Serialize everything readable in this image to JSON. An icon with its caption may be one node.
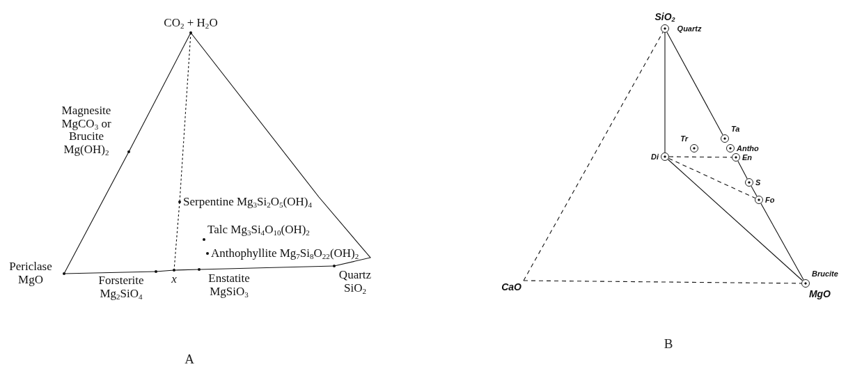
{
  "diagram": {
    "nodes": [
      {
        "text": [
          "CO$_{2}$ + H$_{2}$O"
        ]
      },
      {
        "text": [
          "Magnesite MgCO$_{3}$ or Brucite Mg(OH)$_{2}$"
        ]
      },
      {
        "text": [
          "Serpentine Mg$_{3}$Si$_{2}$O$_{5}$(OH)$_{4}$"
        ]
      },
      {
        "text": [
          "Talc Mg$_{3}$Si$_{4}$O$_{10}$(OH)$_{2}$"
        ]
      },
      {
        "text": [
          "Anthophyllite Mg$_{7}$Si$_{8}$O$_{22}$(OH)$_{2}$"
        ]
      },
      {
        "text": [
          "Periclase MgO"
        ]
      },
      {
        "text": [
          "Forsterite Mg$_{2}$SiO$_{4}$"
        ]
      },
      {
        "text": [
          "x"
        ]
      },
      {
        "text": [
          "Enstatite MgSiO$_{3}$"
        ]
      },
      {
        "text": [
          "Quartz SiO$_{2}$"
        ]
      },
      {
        "text": [
          "SiO$_{2}$",
          "Quartz"
        ]
      },
      {
        "text": [
          "Ta"
        ]
      },
      {
        "text": [
          "Tr"
        ]
      },
      {
        "text": [
          "Antho"
        ]
      },
      {
        "text": [
          "Di"
        ]
      },
      {
        "text": [
          "En"
        ]
      },
      {
        "text": [
          "S"
        ]
      },
      {
        "text": [
          "Fo"
        ]
      },
      {
        "text": [
          "CaO"
        ]
      },
      {
        "text": [
          "Brucite",
          "MgO"
        ]
      }
    ],
    "edges": [
      {
        "from": 0,
        "to": 1,
        "arrow": "none"
      },
      {
        "from": 1,
        "to": 5,
        "arrow": "none"
      },
      {
        "from": 0,
        "to": 2,
        "arrow": "none",
        "style": "dashed"
      },
      {
        "from": 2,
        "to": 7,
        "arrow": "none",
        "style": "dashed"
      },
      {
        "from": 0,
        "to": 9,
        "arrow": "none"
      },
      {
        "from": 5,
        "to": 6,
        "arrow": "none"
      },
      {
        "from": 6,
        "to": 7,
        "arrow": "none"
      },
      {
        "from": 7,
        "to": 8,
        "arrow": "none"
      },
      {
        "from": 8,
        "to": 9,
        "arrow": "none"
      },
      {
        "from": 18,
        "to": 10,
        "arrow": "none",
        "style": "dashed"
      },
      {
        "from": 18,
        "to": 19,
        "arrow": "none",
        "style": "dashed"
      },
      {
        "from": 10,
        "to": 14,
        "arrow": "none"
      },
      {
        "from": 10,
        "to": 11,
        "arrow": "none"
      },
      {
        "from": 15,
        "to": 16,
        "arrow": "none"
      },
      {
        "from": 16,
        "to": 17,
        "arrow": "none"
      },
      {
        "from": 17,
        "to": 19,
        "arrow": "none"
      },
      {
        "from": 14,
        "to": 15,
        "arrow": "none",
        "style": "dashed"
      },
      {
        "from": 14,
        "to": 17,
        "arrow": "none",
        "style": "dashed"
      },
      {
        "from": 14,
        "to": 19,
        "arrow": "none"
      }
    ],
    "labels": [
      "A",
      "B"
    ]
  }
}
